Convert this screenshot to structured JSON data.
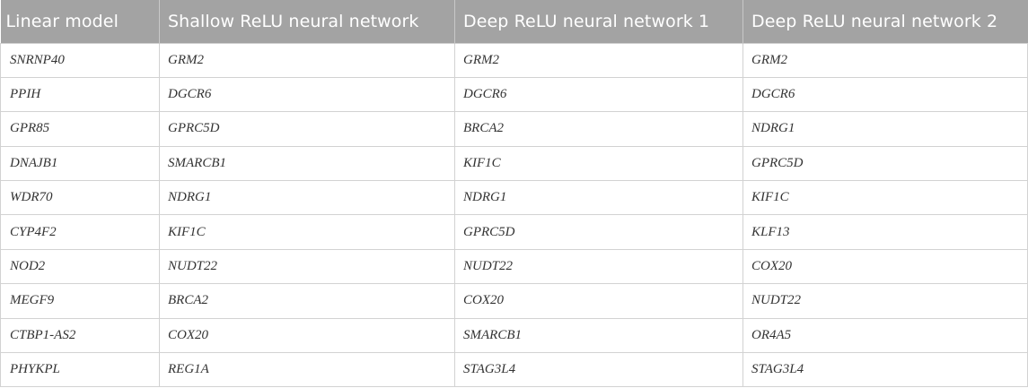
{
  "table": {
    "headers": [
      "Linear model",
      "Shallow ReLU neural network",
      "Deep ReLU neural network 1",
      "Deep ReLU neural network 2"
    ],
    "rows": [
      [
        "SNRNP40",
        "GRM2",
        "GRM2",
        "GRM2"
      ],
      [
        "PPIH",
        "DGCR6",
        "DGCR6",
        "DGCR6"
      ],
      [
        "GPR85",
        "GPRC5D",
        "BRCA2",
        "NDRG1"
      ],
      [
        "DNAJB1",
        "SMARCB1",
        "KIF1C",
        "GPRC5D"
      ],
      [
        "WDR70",
        "NDRG1",
        "NDRG1",
        "KIF1C"
      ],
      [
        "CYP4F2",
        "KIF1C",
        "GPRC5D",
        "KLF13"
      ],
      [
        "NOD2",
        "NUDT22",
        "NUDT22",
        "COX20"
      ],
      [
        "MEGF9",
        "BRCA2",
        "COX20",
        "NUDT22"
      ],
      [
        "CTBP1-AS2",
        "COX20",
        "SMARCB1",
        "OR4A5"
      ],
      [
        "PHYKPL",
        "REG1A",
        "STAG3L4",
        "STAG3L4"
      ]
    ]
  }
}
